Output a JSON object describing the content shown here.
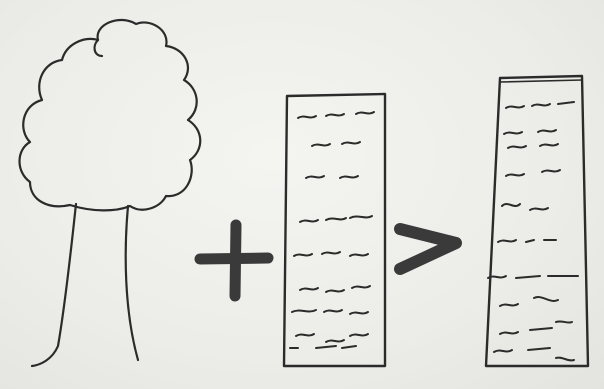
{
  "figure": {
    "items": [
      {
        "id": "tree",
        "icon": "tree-icon"
      },
      {
        "id": "plus",
        "icon": "plus-icon"
      },
      {
        "id": "document-input",
        "icon": "document-icon"
      },
      {
        "id": "greater-than",
        "icon": "greater-than-icon"
      },
      {
        "id": "document-output",
        "icon": "document-icon"
      }
    ],
    "colors": {
      "paper": "#efefeb",
      "ink": "#2b2b2b",
      "marker": "#3a3a3a"
    }
  }
}
